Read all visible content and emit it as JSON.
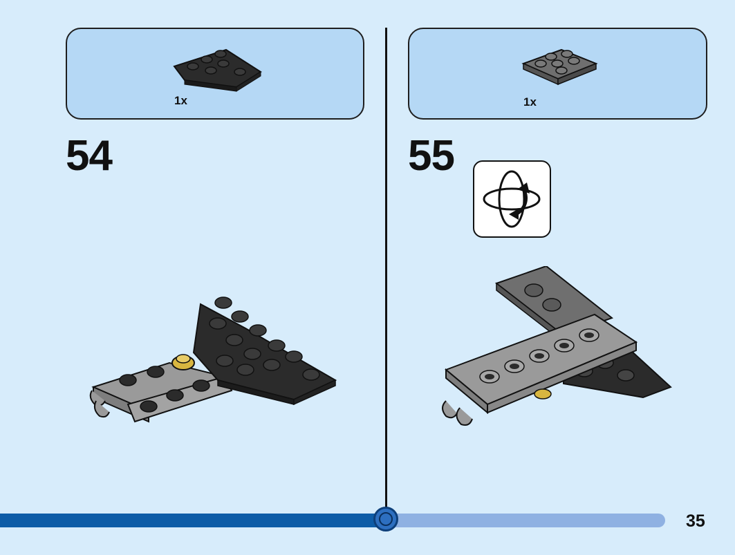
{
  "steps": [
    {
      "number": "54",
      "part_qty": "1x",
      "part_name": "wedge-plate-3x3-dark"
    },
    {
      "number": "55",
      "part_qty": "1x",
      "part_name": "plate-2x3-grey"
    }
  ],
  "page_number": "35",
  "progress": {
    "fraction": 0.58
  },
  "colors": {
    "background": "#d7ecfb",
    "parts_box": "#b5d8f5",
    "dark_brick": "#2b2b2b",
    "grey_brick": "#6f6f6f",
    "light_grey_brick": "#9a9a9a",
    "pearl_gold": "#d8b640",
    "progress_fill": "#0d5ca7",
    "progress_track": "#8fb1e2"
  },
  "icons": {
    "rotate": "rotate-model-icon"
  }
}
